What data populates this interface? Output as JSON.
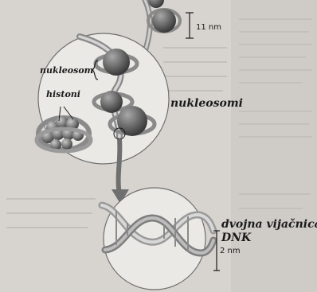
{
  "labels": {
    "nucleosome": "nukleosom",
    "histones": "histoni",
    "nucleosomes": "nukleosomi",
    "double_helix_line1": "dvojna vijačnica",
    "double_helix_line2": "DNK"
  },
  "scale_bars": {
    "fiber": "11 nm",
    "helix": "2 nm"
  }
}
